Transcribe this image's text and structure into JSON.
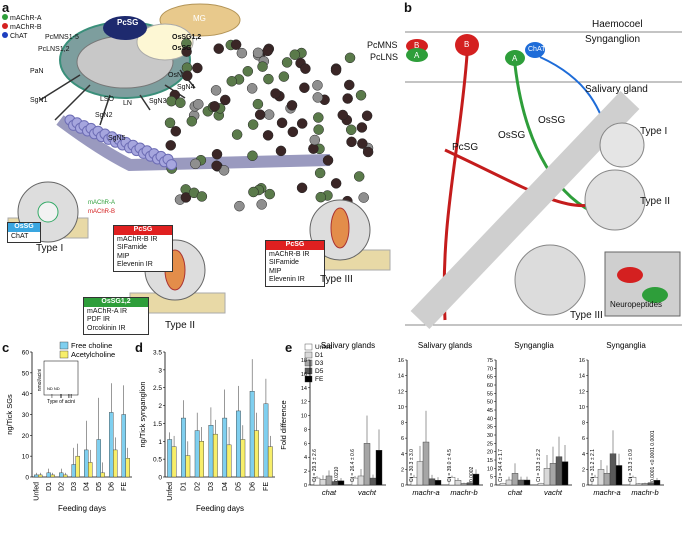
{
  "panels": {
    "a": "a",
    "b": "b",
    "c": "c",
    "d": "d",
    "e": "e"
  },
  "legend_a": [
    {
      "label": "mAChR-A",
      "color": "#2e9e3a"
    },
    {
      "label": "mAChR-B",
      "color": "#d42020"
    },
    {
      "label": "ChAT",
      "color": "#1e3fbf"
    }
  ],
  "brain_labels": {
    "pcsg": "PcSG",
    "mg": "MG",
    "osSg12": "OsSG1,2",
    "osSg": "OsSG",
    "pcmns": "PcMNS1-5",
    "pclns": "PcLNS1,2",
    "pan": "PaN",
    "sgn1": "SgN1",
    "sgn2": "SgN2",
    "sgn3": "SgN3",
    "sgn4": "SgN4",
    "sgn5": "SgN5",
    "osn": "OsN",
    "lso": "LSO",
    "ln": "LN"
  },
  "gland_labels": {
    "type1_small": [
      "mAChR-A",
      "mAChR-B"
    ],
    "type1": "Type I",
    "type2": "Type II",
    "type3": "Type III"
  },
  "boxes": {
    "type1": {
      "header": "OsSG",
      "lines": [
        "ChAT"
      ],
      "color": "#3aa6e0"
    },
    "type2_red": {
      "header": "PcSG",
      "lines": [
        "mAChR-B IR",
        "SIFamide",
        "MIP",
        "Elevenin IR"
      ],
      "color": "#e02020"
    },
    "type2_green": {
      "header": "OsSG1,2",
      "lines": [
        "mAChR-A IR",
        "PDF IR",
        "Orcokinin IR"
      ],
      "color": "#2e9e3a"
    },
    "type3": {
      "header": "PcSG",
      "lines": [
        "mAChR-B IR",
        "SIFamide",
        "MIP",
        "Elevenin IR"
      ],
      "color": "#e02020"
    }
  },
  "panel_b": {
    "haemocoel": "Haemocoel",
    "synganglion": "Synganglion",
    "salivary": "Salivary gland",
    "pcmns": "PcMNS",
    "pclns": "PcLNS",
    "b": "B",
    "a": "A",
    "chat": "ChAT",
    "pcsg": "PcSG",
    "ossg": "OsSG",
    "ossg2": "OsSG",
    "type1": "Type I",
    "type2": "Type II",
    "type3": "Type III",
    "neuropeptides": "Neuropeptides"
  },
  "chart_data": [
    {
      "type": "bar",
      "panel": "c",
      "ylabel": "ng/Tick SGs",
      "xlabel": "Feeding days",
      "ylim": [
        0,
        60
      ],
      "yticks": [
        0,
        10,
        20,
        30,
        40,
        50,
        60
      ],
      "categories": [
        "Unfed",
        "D1",
        "D2",
        "D3",
        "D4",
        "D5",
        "D6",
        "FE"
      ],
      "series": [
        {
          "name": "Free choline",
          "color": "#7fcfef",
          "values": [
            1,
            2,
            2,
            6,
            13,
            18,
            31,
            30
          ],
          "err": [
            1,
            2,
            2,
            8,
            14,
            20,
            14,
            14
          ]
        },
        {
          "name": "Acetylcholine",
          "color": "#f7ee6a",
          "values": [
            1,
            1,
            1,
            10,
            7,
            2,
            13,
            9
          ],
          "err": [
            1,
            1,
            1,
            6,
            6,
            5,
            6,
            5
          ]
        }
      ],
      "inset": {
        "ylabel": "nmol/acini",
        "xlabel": "Type of acini",
        "xticks": [
          "I",
          "II",
          "III"
        ],
        "annotation": "ND  ND"
      }
    },
    {
      "type": "bar",
      "panel": "d",
      "ylabel": "ng/Tick synganglion",
      "xlabel": "Feeding days",
      "ylim": [
        0,
        3.5
      ],
      "yticks": [
        0,
        0.5,
        1.0,
        1.5,
        2.0,
        2.5,
        3.0,
        3.5
      ],
      "categories": [
        "Unfed",
        "D1",
        "D2",
        "D3",
        "D4",
        "D5",
        "D6",
        "FE"
      ],
      "series": [
        {
          "name": "Free choline",
          "color": "#7fcfef",
          "values": [
            1.05,
            1.65,
            1.3,
            1.45,
            1.65,
            1.85,
            2.4,
            2.05
          ],
          "err": [
            0.2,
            0.5,
            0.5,
            0.5,
            0.8,
            0.7,
            0.9,
            0.7
          ]
        },
        {
          "name": "Acetylcholine",
          "color": "#f7ee6a",
          "values": [
            0.85,
            0.6,
            1.0,
            1.2,
            0.9,
            1.05,
            1.3,
            0.85
          ],
          "err": [
            0.3,
            0.4,
            0.4,
            0.4,
            0.5,
            0.4,
            0.5,
            0.3
          ]
        }
      ]
    },
    {
      "type": "bar",
      "panel": "e",
      "ylabel": "Fold difference",
      "legend": [
        "Unfed",
        "D1",
        "D3",
        "D5",
        "FE"
      ],
      "subplots": [
        {
          "title": "Salivary glands",
          "ylim": [
            0,
            18
          ],
          "yticks": [
            0,
            2,
            4,
            6,
            8,
            10,
            12,
            14,
            16,
            18
          ],
          "genes": [
            {
              "name": "chat",
              "ct": "Ct = 29.3 ± 2.6",
              "p": "0.0210",
              "values": [
                1,
                0.8,
                1.3,
                0.5,
                0.6
              ],
              "err": [
                0.3,
                0.6,
                0.8,
                0.3,
                0.4
              ]
            },
            {
              "name": "vacht",
              "ct": "Ct = 26.4 ± 0.6",
              "p": "",
              "values": [
                1,
                1.3,
                6,
                1,
                5
              ],
              "err": [
                0.3,
                1,
                4,
                0.5,
                3
              ]
            }
          ]
        },
        {
          "title": "Salivary glands",
          "ylim": [
            0,
            16
          ],
          "yticks": [
            0,
            2,
            4,
            6,
            8,
            10,
            12,
            14,
            16
          ],
          "genes": [
            {
              "name": "machr-a",
              "ct": "Ct = 30.3 ± 3.0",
              "p": "",
              "values": [
                1,
                3,
                5.5,
                0.8,
                0.6
              ],
              "err": [
                0.3,
                2,
                4,
                0.5,
                0.4
              ]
            },
            {
              "name": "machr-b",
              "ct": "Ct = 39.0 ± 4.5",
              "p": "0.0002",
              "values": [
                1,
                0.6,
                0.2,
                0.3,
                1.4
              ],
              "err": [
                0.2,
                0.3,
                0.1,
                0.2,
                0.6
              ]
            }
          ]
        },
        {
          "title": "Synganglia",
          "ylim": [
            0,
            75
          ],
          "yticks": [
            0,
            5,
            10,
            15,
            20,
            25,
            30,
            35,
            40,
            45,
            50,
            55,
            60,
            65,
            70,
            75
          ],
          "genes": [
            {
              "name": "chat",
              "ct": "Ct = 34.4 ± 1.7",
              "p": "",
              "values": [
                1,
                3,
                7,
                3,
                3
              ],
              "err": [
                0.3,
                2,
                6,
                2,
                2
              ]
            },
            {
              "name": "vacht",
              "ct": "Ct = 33.3 ± 2.2",
              "p": "",
              "values": [
                1,
                10,
                13,
                17,
                14
              ],
              "err": [
                0.3,
                8,
                10,
                12,
                10
              ]
            }
          ]
        },
        {
          "title": "Synganglia",
          "ylim": [
            0,
            16
          ],
          "yticks": [
            0,
            2,
            4,
            6,
            8,
            10,
            12,
            14,
            16
          ],
          "genes": [
            {
              "name": "machr-a",
              "ct": "Ct = 31.2 ± 2.1",
              "p": "",
              "values": [
                1,
                2,
                1.5,
                4,
                2.5
              ],
              "err": [
                0.3,
                1.2,
                1,
                3,
                1.5
              ]
            },
            {
              "name": "machr-b",
              "ct": "Ct = 33.3 ± 0.9",
              "p": "0.0001 <0.0001 0.0001",
              "values": [
                1,
                0.15,
                0.2,
                0.3,
                0.6
              ],
              "err": [
                0.2,
                0.1,
                0.1,
                0.1,
                0.3
              ]
            }
          ]
        }
      ]
    }
  ]
}
